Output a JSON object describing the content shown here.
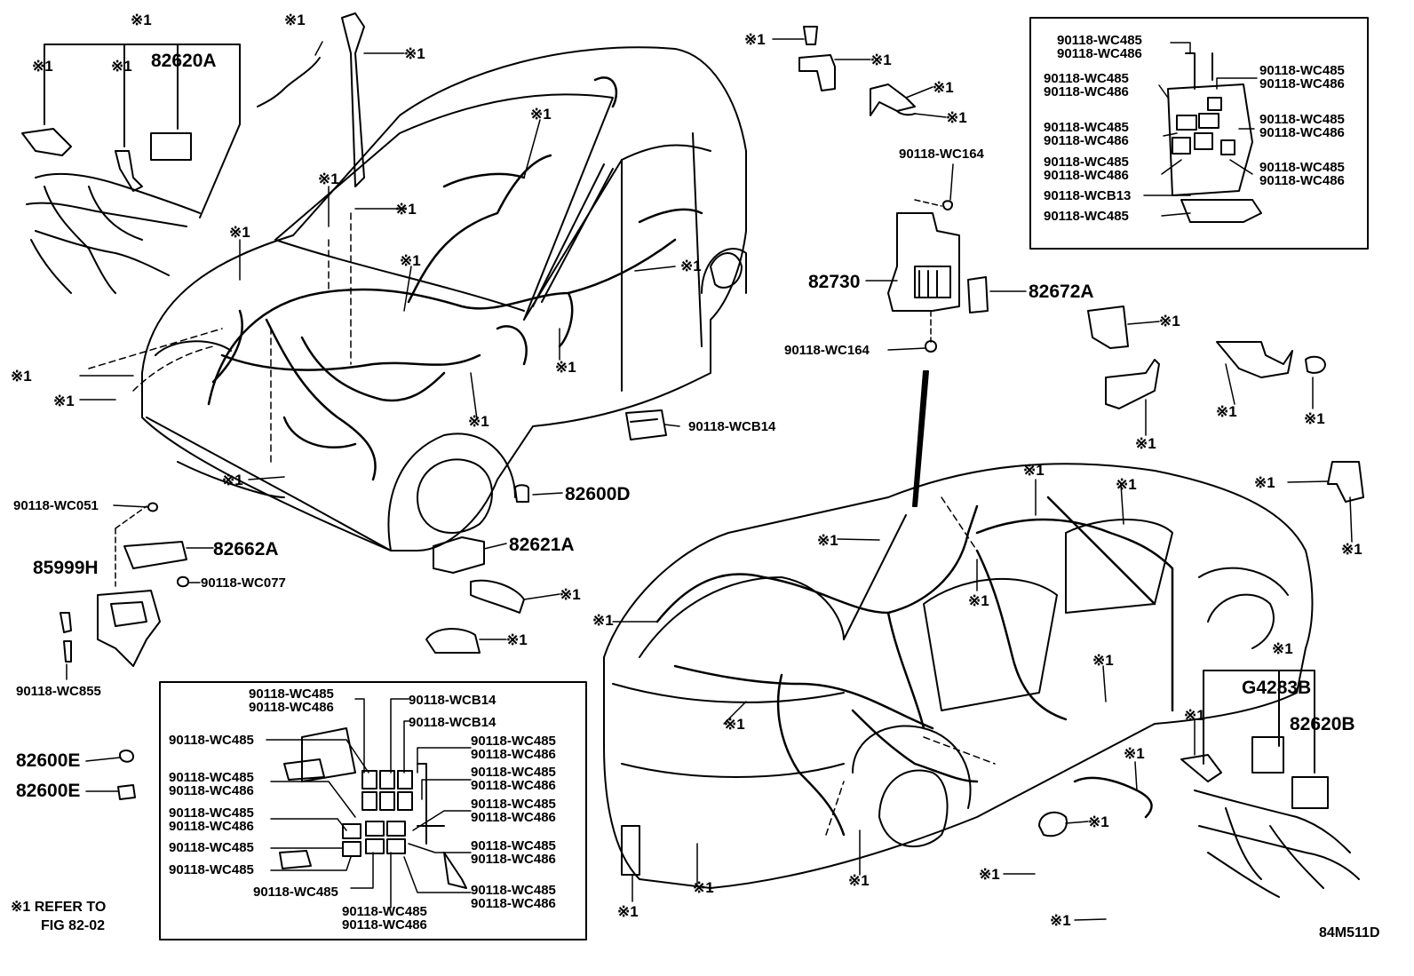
{
  "mark": "※1",
  "note": {
    "line1": "※1 REFER TO",
    "line2": "FIG 82-02"
  },
  "diagram_code": "84M511D",
  "parts": {
    "p82620A": "82620A",
    "p82620B": "82620B",
    "pG4283B": "G4283B",
    "p82730": "82730",
    "p82672A": "82672A",
    "p82600D": "82600D",
    "p82621A": "82621A",
    "p82662A": "82662A",
    "p85999H": "85999H",
    "p82600E": "82600E",
    "wc164": "90118-WC164",
    "wcb14": "90118-WCB14",
    "wc051": "90118-WC051",
    "wc077": "90118-WC077",
    "wc855": "90118-WC855",
    "wc485": "90118-WC485",
    "wc486": "90118-WC486",
    "wcb13": "90118-WCB13"
  }
}
